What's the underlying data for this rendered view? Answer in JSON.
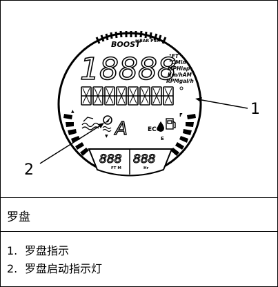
{
  "figure": {
    "callouts": [
      "1",
      "2"
    ],
    "gauge_label": "mBAR PSI",
    "boost_label": "BOOST",
    "main_digits": "18888",
    "units_right": [
      "°FT",
      "°CMin",
      "MPHlap",
      "Km/hAM",
      "RPMgal/h"
    ],
    "segment_row": "##########",
    "gear_char": "A",
    "eco_label": "ECO",
    "f_label": "F",
    "e_label": "E",
    "small_left_digits": "888",
    "small_left_unit": "FT M",
    "small_right_digits": "888",
    "small_right_unit": "Hr",
    "icons": [
      "compass-icon",
      "water-icon",
      "fuel-pump-icon",
      "eco-drop-icon"
    ]
  },
  "caption": "罗盘",
  "legend": [
    {
      "num": "1.",
      "text": "罗盘指示"
    },
    {
      "num": "2.",
      "text": "罗盘启动指示灯"
    }
  ]
}
